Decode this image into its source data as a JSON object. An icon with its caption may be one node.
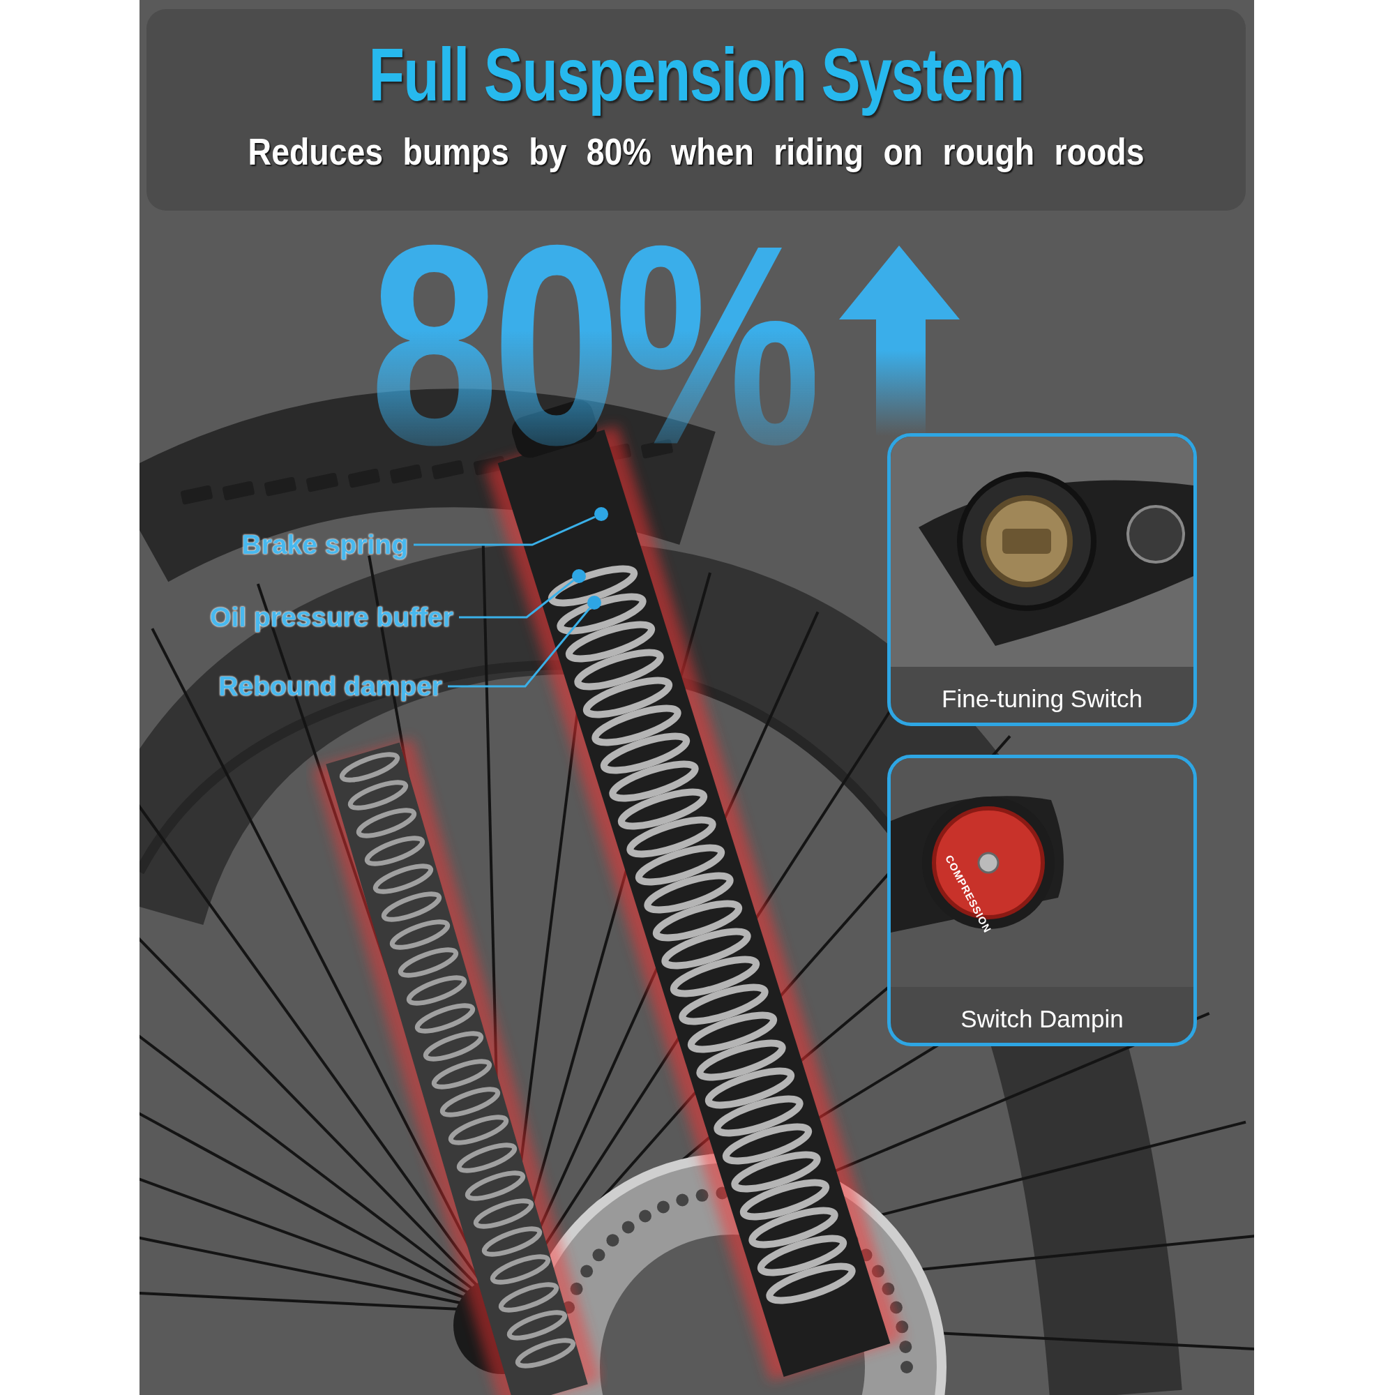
{
  "diagram": {
    "title": "Full Suspension System",
    "nodes": [
      {
        "text": [
          "Brake spring"
        ]
      },
      {
        "text": [
          "Oil pressure buffer"
        ]
      },
      {
        "text": [
          "Rebound damper"
        ]
      },
      {
        "text": [],
        "shape": "circle"
      },
      {
        "text": [],
        "shape": "circle"
      },
      {
        "text": [],
        "shape": "circle"
      },
      {
        "text": [
          "Fine-tuning Switch"
        ]
      },
      {
        "text": [
          "Switch Dampin"
        ]
      }
    ],
    "edges": [
      {
        "from": 0,
        "to": 3,
        "arrow": "none"
      },
      {
        "from": 1,
        "to": 4,
        "arrow": "none"
      },
      {
        "from": 2,
        "to": 5,
        "arrow": "none"
      }
    ],
    "labels": [
      "Reduces bumps by 80% when riding on rough roods",
      "80%",
      "COMPRESSION"
    ]
  }
}
